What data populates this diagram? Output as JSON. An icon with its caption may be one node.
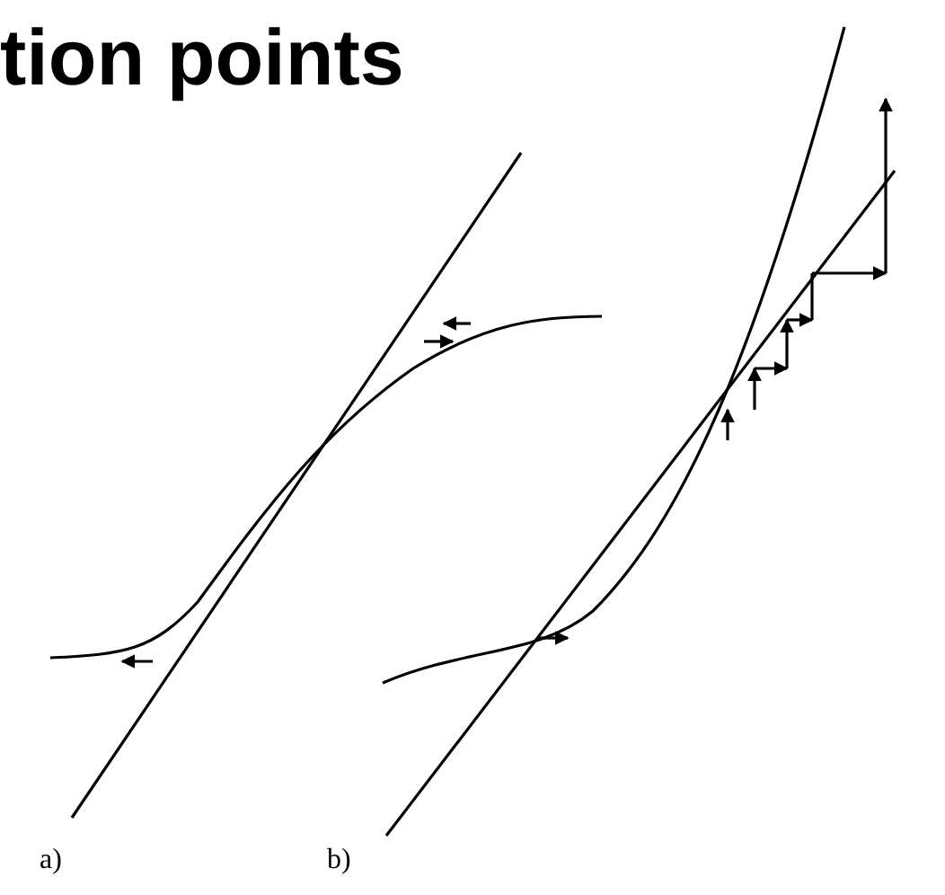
{
  "diagram": {
    "title": "tion points",
    "labels": [
      "a)",
      "b)"
    ]
  }
}
